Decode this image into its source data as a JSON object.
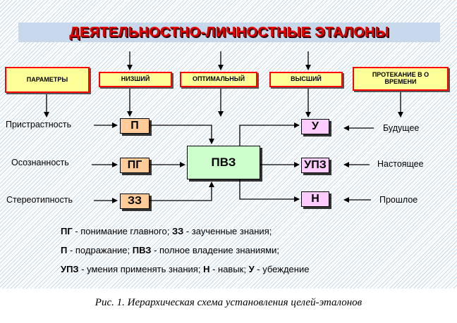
{
  "title": "ДЕЯТЕЛЬНОСТНО-ЛИЧНОСТНЫЕ ЭТАЛОНЫ",
  "headers": {
    "parameters": "ПАРАМЕТРЫ",
    "lowest": "НИЗШИЙ",
    "optimal": "ОПТИМАЛЬНЫЙ",
    "highest": "ВЫСШИЙ",
    "time_flow_line1": "ПРОТЕКАНИЕ В О",
    "time_flow_line2": "ВРЕМЕНИ"
  },
  "left_labels": {
    "bias": "Пристрастность",
    "awareness": "Осознанность",
    "stereotype": "Стереотипность"
  },
  "right_labels": {
    "future": "Будущее",
    "present": "Настоящее",
    "past": "Прошлое"
  },
  "boxes": {
    "p": "П",
    "pg": "ПГ",
    "zz": "ЗЗ",
    "pvz": "ПВЗ",
    "u": "У",
    "upz": "УПЗ",
    "n": "Н"
  },
  "legend": {
    "line1": {
      "k1": "ПГ",
      "t1": " - понимание главного; ",
      "k2": "ЗЗ",
      "t2": " - заученные знания;"
    },
    "line2": {
      "k1": "П",
      "t1": " - подражание; ",
      "k2": "ПВЗ",
      "t2": " - полное владение знаниями;"
    },
    "line3": {
      "k1": "УПЗ",
      "t1": " - умения применять знания; ",
      "k2": "Н",
      "t2": " - навык; ",
      "k3": "У",
      "t3": " - убеждение"
    }
  },
  "caption": "Рис. 1. Иерархическая схема установления целей-эталонов"
}
